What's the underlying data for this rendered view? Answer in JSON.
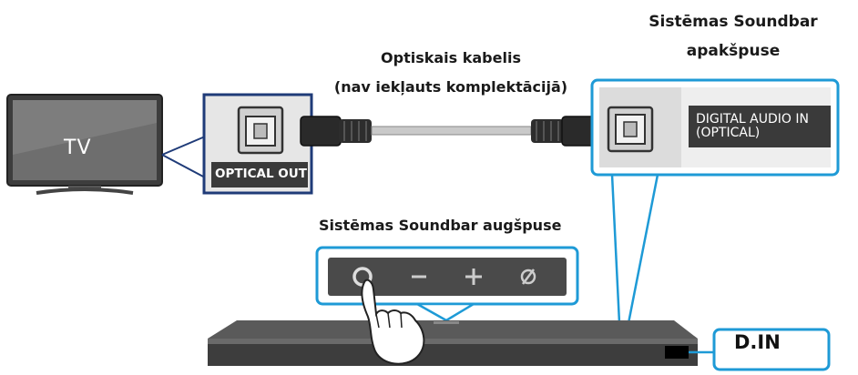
{
  "labels": {
    "soundbar_bottom_line1": "Sistēmas Soundbar",
    "soundbar_bottom_line2": "apakšpuse",
    "cable_line1": "Optiskais kabelis",
    "cable_line2": "(nav iekļauts komplektācijā)",
    "soundbar_top": "Sistēmas Soundbar augšpuse",
    "tv": "TV",
    "optical_out": "OPTICAL OUT",
    "digital_in_line1": "DIGITAL AUDIO IN",
    "digital_in_line2": "(OPTICAL)",
    "display_text": "D.IN"
  },
  "control_buttons": [
    "power-icon",
    "volume-down-icon",
    "volume-up-icon",
    "source-icon"
  ],
  "colors": {
    "accent_blue": "#1e9ad6",
    "outline_navy": "#1f3b78",
    "panel_light": "#dcdcdc",
    "dark_panel": "#3a3a3a"
  }
}
